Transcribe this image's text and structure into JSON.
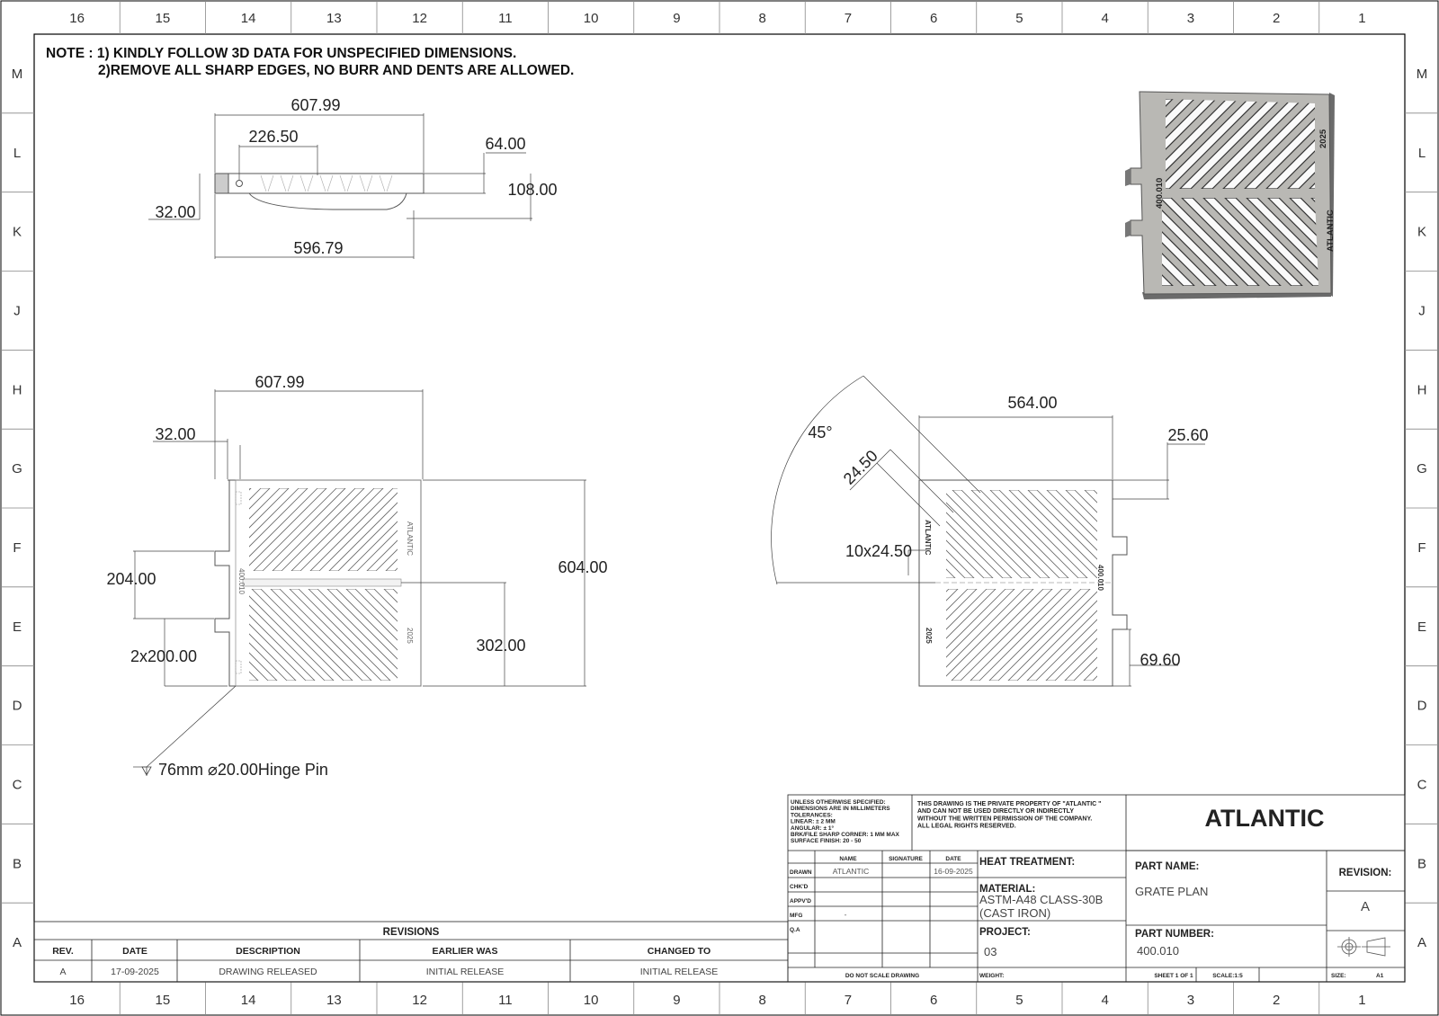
{
  "border": {
    "columns": [
      "16",
      "15",
      "14",
      "13",
      "12",
      "11",
      "10",
      "9",
      "8",
      "7",
      "6",
      "5",
      "4",
      "3",
      "2",
      "1"
    ],
    "rows": [
      "M",
      "L",
      "K",
      "J",
      "H",
      "G",
      "F",
      "E",
      "D",
      "C",
      "B",
      "A"
    ]
  },
  "notes": {
    "line1": "NOTE : 1) KINDLY FOLLOW 3D DATA FOR UNSPECIFIED DIMENSIONS.",
    "line2": "2)REMOVE ALL SHARP EDGES, NO BURR AND DENTS ARE ALLOWED."
  },
  "side_view": {
    "overall_top": "607.99",
    "offset": "226.50",
    "thickness": "64.00",
    "height": "108.00",
    "lip": "32.00",
    "overall_bottom": "596.79"
  },
  "front_view": {
    "width": "607.99",
    "hinge_offset": "32.00",
    "height": "604.00",
    "lug_pitch": "204.00",
    "lug_spacing": "2x200.00",
    "half_height": "302.00",
    "hinge_note": "76mm ⌀20.00Hinge Pin",
    "text_atlantic": "ATLANTIC",
    "text_part": "400.010",
    "text_year": "2025"
  },
  "rear_view": {
    "angle": "45°",
    "width": "564.00",
    "slot": "24.50",
    "rib": "25.60",
    "slots": "10x24.50",
    "edge": "69.60",
    "text_atlantic": "ATLANTIC",
    "text_part": "400.010",
    "text_year": "2025"
  },
  "iso_view": {
    "text_atlantic": "ATLANTIC",
    "text_part": "400.010",
    "text_year": "2025"
  },
  "title_block": {
    "tolerances": [
      "UNLESS OTHERWISE SPECIFIED:",
      "DIMENSIONS ARE IN MILLIMETERS",
      "TOLERANCES:",
      "LINEAR: ± 2 MM",
      "ANGULAR: ± 1°",
      "BRK/FILE SHARP CORNER: 1 MM MAX",
      "SURFACE FINISH: 20 - 50"
    ],
    "property": [
      "THIS DRAWING IS THE PRIVATE PROPERTY OF \"ATLANTIC \"",
      "AND CAN NOT BE USED DIRECTLY OR INDIRECTLY",
      "WITHOUT THE WRITTEN PERMISSION  OF THE COMPANY.",
      "ALL LEGAL RIGHTS RESERVED."
    ],
    "company": "ATLANTIC",
    "col_name": "NAME",
    "col_signature": "SIGNATURE",
    "col_date": "DATE",
    "row_drawn": "DRAWN",
    "row_chkd": "CHK'D",
    "row_appvd": "APPV'D",
    "row_mfg": "MFG",
    "row_qa": "Q.A",
    "drawn_name": "ATLANTIC",
    "drawn_date": "16-09-2025",
    "mfg_name": "-",
    "heat_label": "HEAT TREATMENT:",
    "material_label": "MATERIAL:",
    "material_1": "ASTM-A48 CLASS-30B",
    "material_2": "(CAST IRON)",
    "project_label": "PROJECT:",
    "project": "03",
    "part_name_label": "PART NAME:",
    "part_name": "GRATE PLAN",
    "part_number_label": "PART NUMBER:",
    "part_number": "400.010",
    "revision_label": "REVISION:",
    "revision": "A",
    "do_not_scale": "DO NOT SCALE DRAWING",
    "weight_label": "WEIGHT:",
    "sheet": "SHEET 1 OF 1",
    "scale": "SCALE:1:5",
    "size_label": "SIZE:",
    "size": "A1"
  },
  "revisions": {
    "title": "REVISIONS",
    "headers": [
      "REV.",
      "DATE",
      "DESCRIPTION",
      "EARLIER WAS",
      "CHANGED TO"
    ],
    "rows": [
      [
        "A",
        "17-09-2025",
        "DRAWING RELEASED",
        "INITIAL RELEASE",
        "INITIAL RELEASE"
      ]
    ]
  }
}
